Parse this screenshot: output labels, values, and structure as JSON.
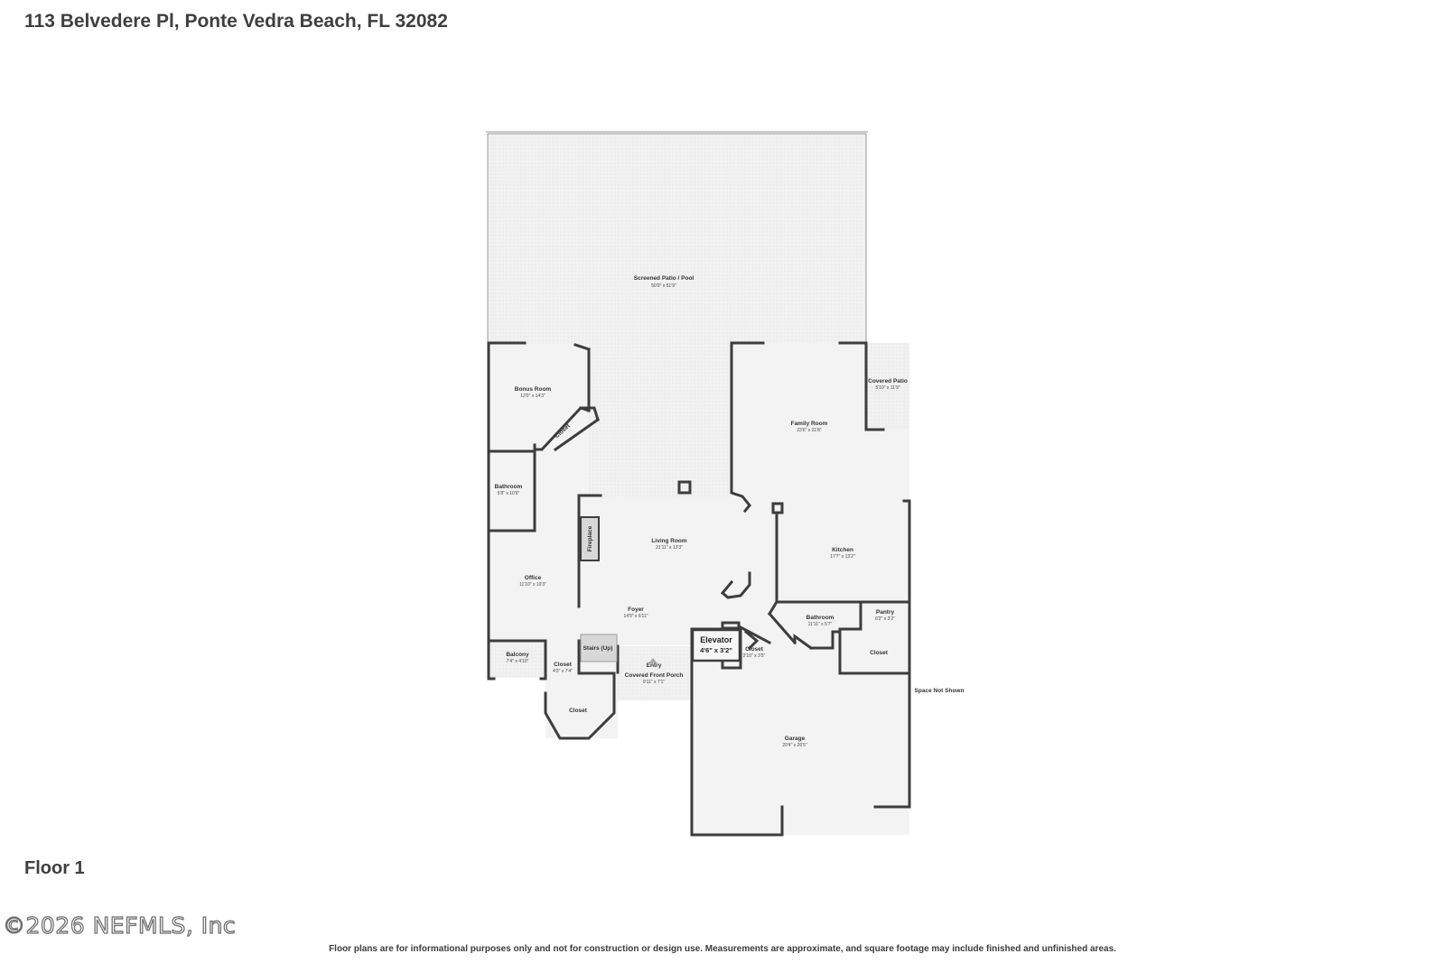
{
  "header": {
    "address": "113 Belvedere Pl, Ponte Vedra Beach, FL 32082"
  },
  "floor": {
    "label": "Floor 1"
  },
  "footer": {
    "copyright": "©2026 NEFMLS, Inc",
    "disclaimer": "Floor plans are for informational purposes only and not for construction or design use. Measurements are approximate, and square footage may include finished and unfinished areas."
  },
  "colors": {
    "wall": "#3d3d3d",
    "room_fill": "#f3f3f3",
    "patio_fill": "#efefef"
  },
  "rooms": {
    "screened_patio": {
      "name": "Screened Patio / Pool",
      "dims": "50'9\" x 51'9\""
    },
    "bonus_room": {
      "name": "Bonus Room",
      "dims": "13'0\" x 14'3\""
    },
    "closet_bonus": {
      "name": "Closet"
    },
    "covered_patio": {
      "name": "Covered Patio",
      "dims": "5'10\" x 11'9\""
    },
    "family_room": {
      "name": "Family Room",
      "dims": "23'6\" x 21'8\""
    },
    "bathroom_1": {
      "name": "Bathroom",
      "dims": "5'8\" x 10'6\""
    },
    "fireplace": {
      "name": "Fireplace"
    },
    "living_room": {
      "name": "Living Room",
      "dims": "21'11\" x 13'3\""
    },
    "kitchen": {
      "name": "Kitchen",
      "dims": "17'7\" x 13'2\""
    },
    "office": {
      "name": "Office",
      "dims": "11'10\" x 10'3\""
    },
    "foyer": {
      "name": "Foyer",
      "dims": "14'9\" x 6'11\""
    },
    "bathroom_2": {
      "name": "Bathroom",
      "dims": "11'11\" x 5'7\""
    },
    "pantry": {
      "name": "Pantry",
      "dims": "6'2\" x 3'2\""
    },
    "elevator": {
      "name": "Elevator",
      "dims": "4'6\" x 3'2\""
    },
    "stairs": {
      "name": "Stairs (Up)"
    },
    "balcony": {
      "name": "Balcony",
      "dims": "7'4\" x 4'10\""
    },
    "closet_a": {
      "name": "Closet",
      "dims": "4'3\" x 7'4\""
    },
    "entry": {
      "name": "Entry",
      "sub": "Covered Front Porch",
      "dims": "9'11\" x 7'1\""
    },
    "closet_b": {
      "name": "Closet",
      "dims": "2'10\" x 3'5\""
    },
    "closet_c": {
      "name": "Closet"
    },
    "closet_d": {
      "name": "Closet"
    },
    "space_not_shown": {
      "name": "Space Not Shown"
    },
    "garage": {
      "name": "Garage",
      "dims": "20'4\" x 26'5\""
    }
  }
}
